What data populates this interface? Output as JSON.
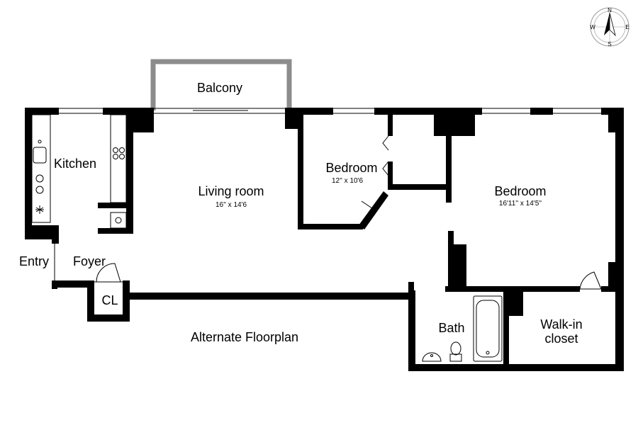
{
  "colors": {
    "wall": "#000000",
    "balcony_rail": "#8c8c8c",
    "background": "#ffffff"
  },
  "rooms": {
    "balcony": {
      "name": "Balcony"
    },
    "kitchen": {
      "name": "Kitchen"
    },
    "living_room": {
      "name": "Living room",
      "dimensions": "16'' x 14'6"
    },
    "bedroom_small": {
      "name": "Bedroom",
      "dimensions": "12'' x 10'6"
    },
    "bedroom_large": {
      "name": "Bedroom",
      "dimensions": "16'11'' x 14'5''"
    },
    "entry": {
      "name": "Entry"
    },
    "foyer": {
      "name": "Foyer"
    },
    "closet": {
      "name": "CL"
    },
    "bath": {
      "name": "Bath"
    },
    "walk_in_closet": {
      "line1": "Walk-in",
      "line2": "closet"
    }
  },
  "caption": "Alternate Floorplan",
  "compass": {
    "icon": "compass-rose-icon",
    "north": "N",
    "east": "E",
    "south": "S",
    "west": "W"
  }
}
